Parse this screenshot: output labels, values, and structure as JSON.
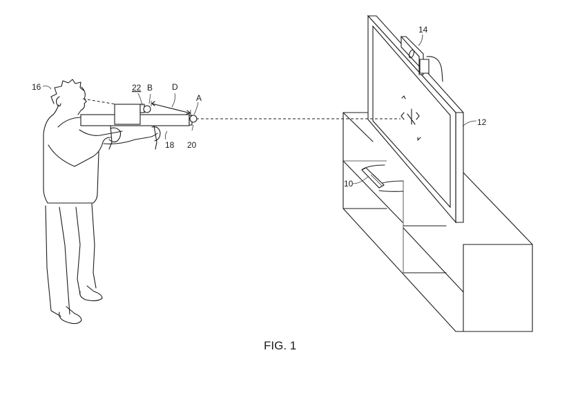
{
  "figure": {
    "caption": "FIG. 1",
    "labels": {
      "console": "10",
      "display": "12",
      "camera": "14",
      "user": "16",
      "controller": "18",
      "marker_front": "20",
      "marker_rear": "22",
      "point_a": "A",
      "point_b": "B",
      "distance": "D"
    }
  }
}
